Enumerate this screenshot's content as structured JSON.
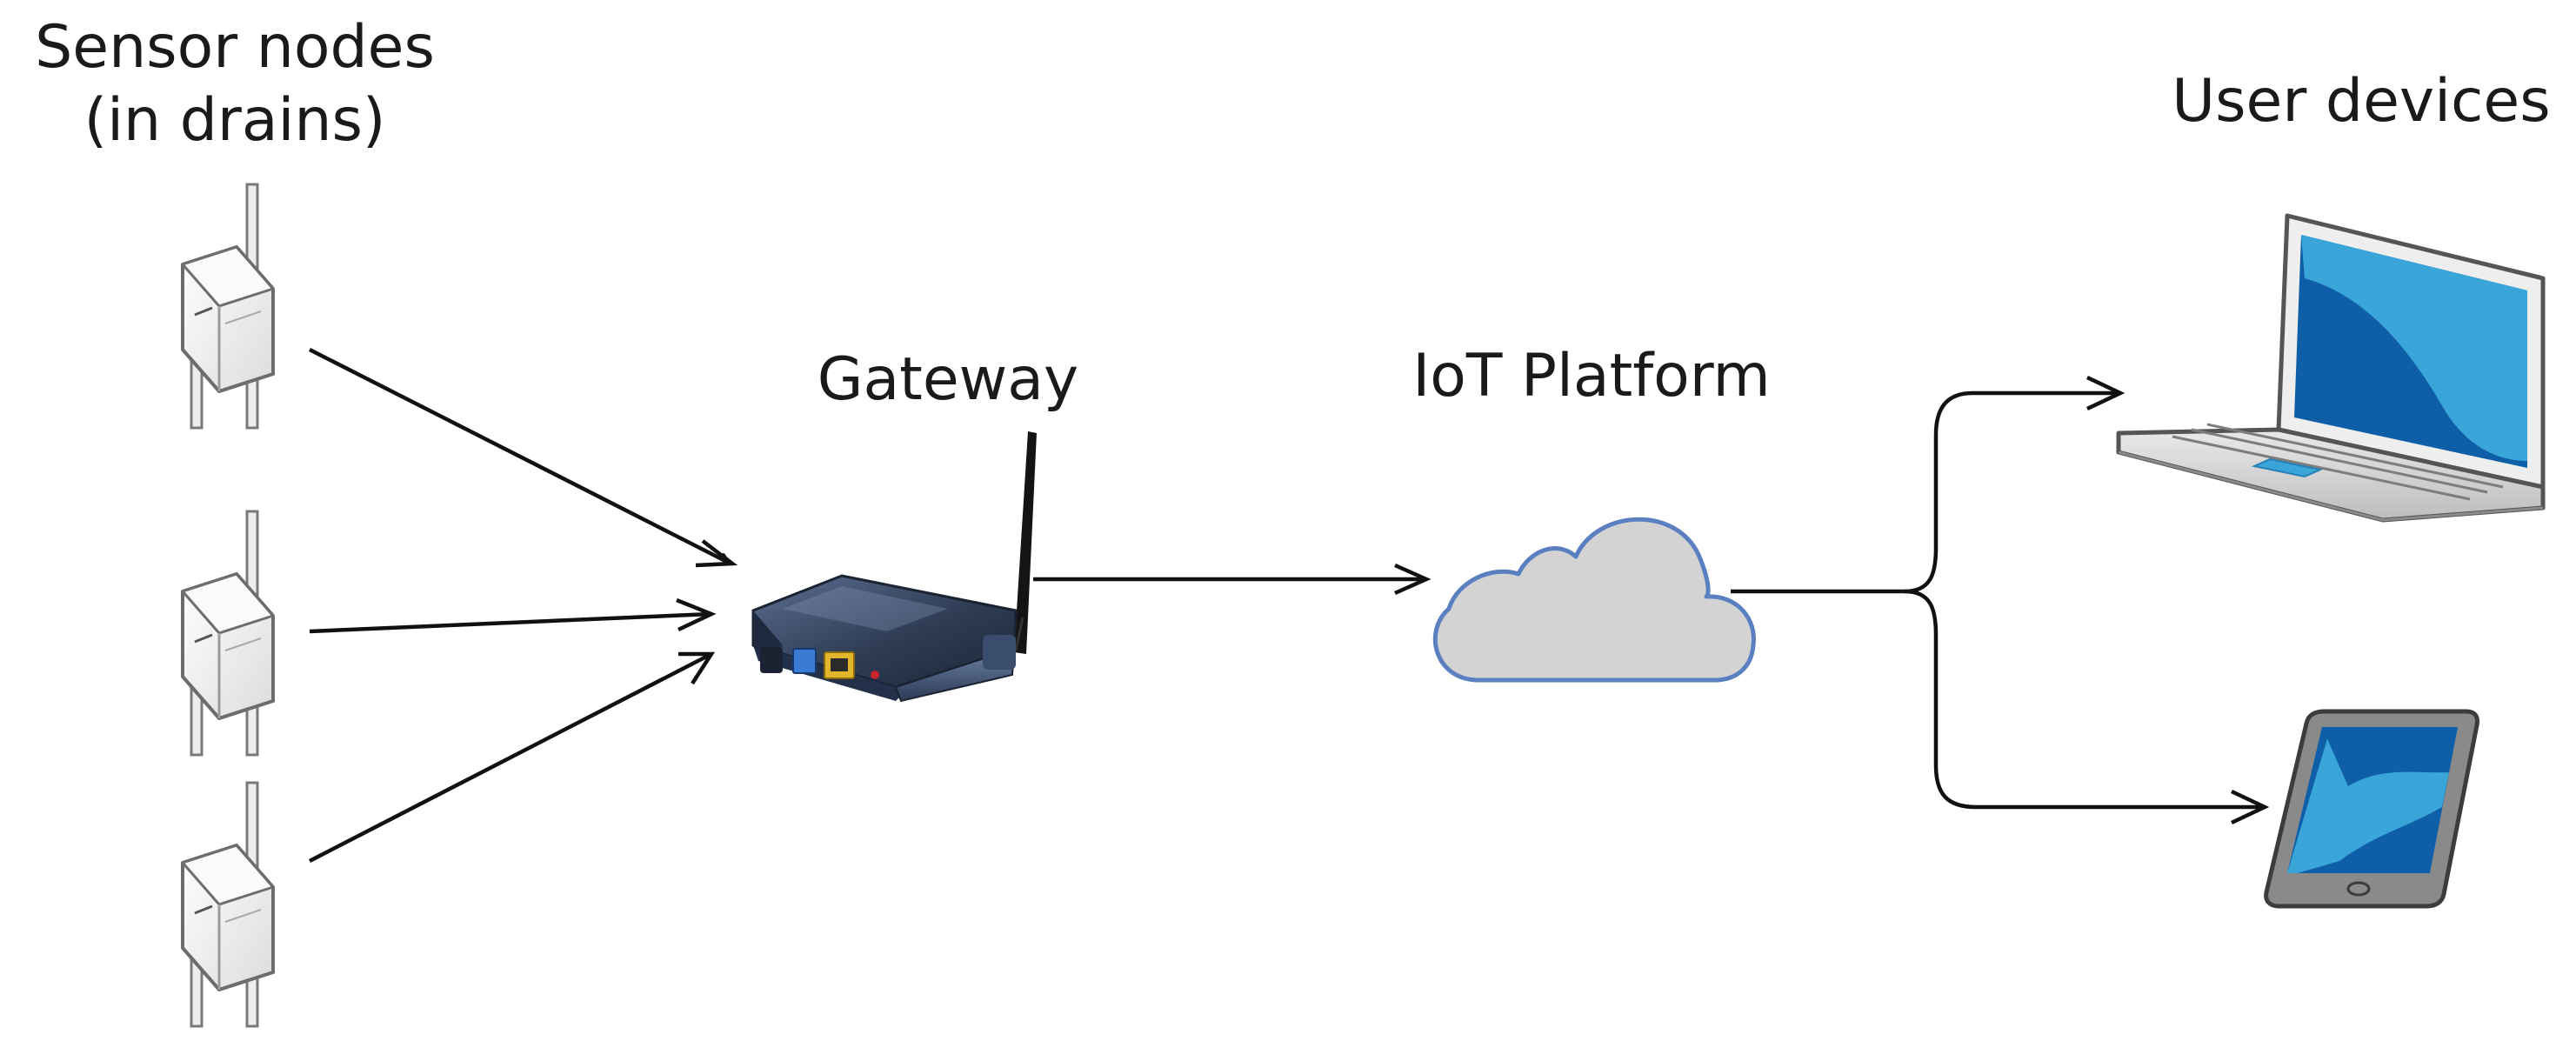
{
  "labels": {
    "sensor_line1": "Sensor nodes",
    "sensor_line2": "(in drains)",
    "gateway": "Gateway",
    "platform": "IoT Platform",
    "user_devices": "User devices"
  },
  "nodes": {
    "sensors": [
      "sensor-node",
      "sensor-node",
      "sensor-node"
    ],
    "gateway_icon": "wireless-router-icon",
    "platform_icon": "cloud-icon",
    "devices": [
      "laptop-icon",
      "tablet-icon"
    ]
  },
  "colors": {
    "line": "#111111",
    "cloud_fill": "#d3d3d3",
    "cloud_stroke": "#5b80c2",
    "screen_dark": "#0f5fa8",
    "screen_light": "#3aa5d8",
    "router_body": "#2f3d55",
    "router_port_blue": "#3a7bd5",
    "router_port_yellow": "#e2b62a",
    "sensor_body": "#f4f4f4",
    "sensor_edge": "#6d6d6d"
  }
}
